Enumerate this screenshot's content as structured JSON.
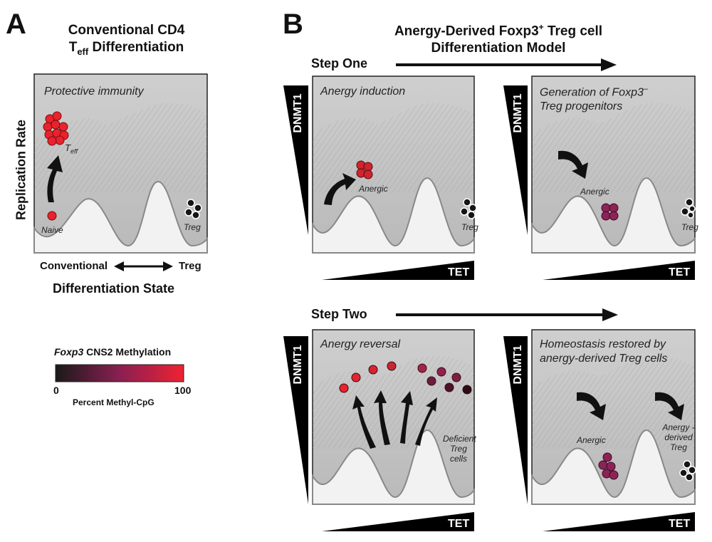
{
  "panel_a": {
    "letter": "A",
    "title_line1": "Conventional CD4",
    "title_line2_main": "T",
    "title_line2_sub": "eff",
    "title_line2_rest": " Differentiation",
    "box_title": "Protective immunity",
    "teff_label_main": "T",
    "teff_label_sub": "eff",
    "naive_label": "Naive",
    "treg_label": "Treg",
    "y_axis_label": "Replication Rate",
    "x_left": "Conventional",
    "x_right": "Treg",
    "x_axis_label": "Differentiation State"
  },
  "panel_b": {
    "letter": "B",
    "title_line1_a": "Anergy-Derived Foxp3",
    "title_line1_sup": "+",
    "title_line1_b": " Treg cell",
    "title_line2": "Differentiation Model",
    "step_one": "Step One",
    "step_two": "Step Two",
    "boxes": [
      {
        "title": "Anergy induction",
        "cell_label": "Anergic",
        "treg_label": "Treg"
      },
      {
        "title_line1": "Generation of Foxp3",
        "title_sup": "–",
        "title_line2": "Treg progenitors",
        "cell_label": "Anergic",
        "treg_label": "Treg"
      },
      {
        "title": "Anergy reversal",
        "deficient_label": "Deficient Treg cells"
      },
      {
        "title_line1": "Homeostasis restored by",
        "title_line2": "anergy-derived Treg cells",
        "cell_label": "Anergic",
        "treg_label": "Anergy -derived Treg"
      }
    ],
    "dnmt_label": "DNMT1",
    "tet_label": "TET"
  },
  "legend": {
    "title_italic": "Foxp3",
    "title_rest": " CNS2 Methylation",
    "min": "0",
    "max": "100",
    "caption": "Percent Methyl-CpG",
    "colors": [
      "#1a1a1a",
      "#8a1f52",
      "#ee2233"
    ]
  }
}
